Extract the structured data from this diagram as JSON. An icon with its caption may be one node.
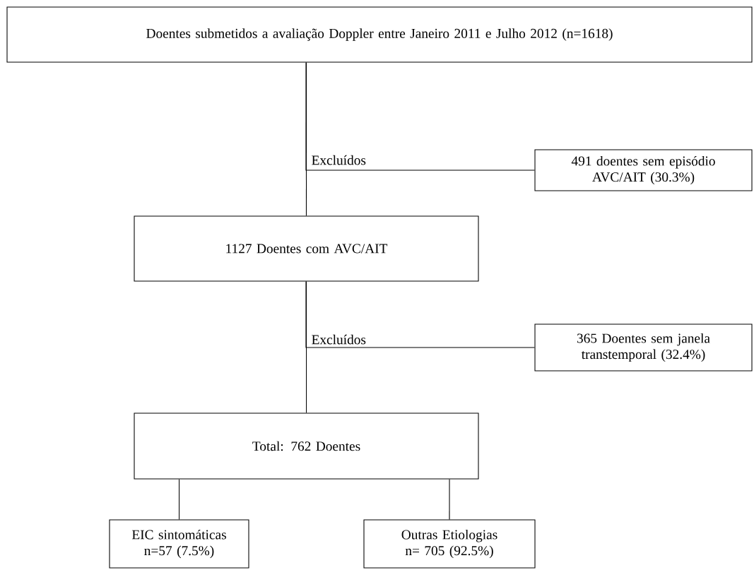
{
  "diagram": {
    "nodes": [
      {
        "text": [
          "Doentes submetidos a avaliação Doppler entre Janeiro 2011 e Julho 2012 (n=1618)"
        ]
      },
      {
        "text": [
          "491 doentes sem episódio AVC/AIT (30.3%)"
        ]
      },
      {
        "text": [
          "1127 Doentes com AVC/AIT"
        ]
      },
      {
        "text": [
          "365 Doentes sem janela transtemporal (32.4%)"
        ]
      },
      {
        "text": [
          "Total: 762 Doentes"
        ]
      },
      {
        "text": [
          "EIC sintomáticas n=57 (7.5%)"
        ]
      },
      {
        "text": [
          "Outras Etiologias n= 705 (92.5%)"
        ]
      }
    ],
    "edges": [
      {
        "from": 0,
        "to": 2,
        "arrow": "none"
      },
      {
        "from": 0,
        "to": 1,
        "arrow": "none",
        "label": "Excluídos"
      },
      {
        "from": 2,
        "to": 4,
        "arrow": "none"
      },
      {
        "from": 2,
        "to": 3,
        "arrow": "none",
        "label": "Excluídos"
      },
      {
        "from": 4,
        "to": 5,
        "arrow": "none"
      },
      {
        "from": 4,
        "to": 6,
        "arrow": "none"
      }
    ]
  }
}
